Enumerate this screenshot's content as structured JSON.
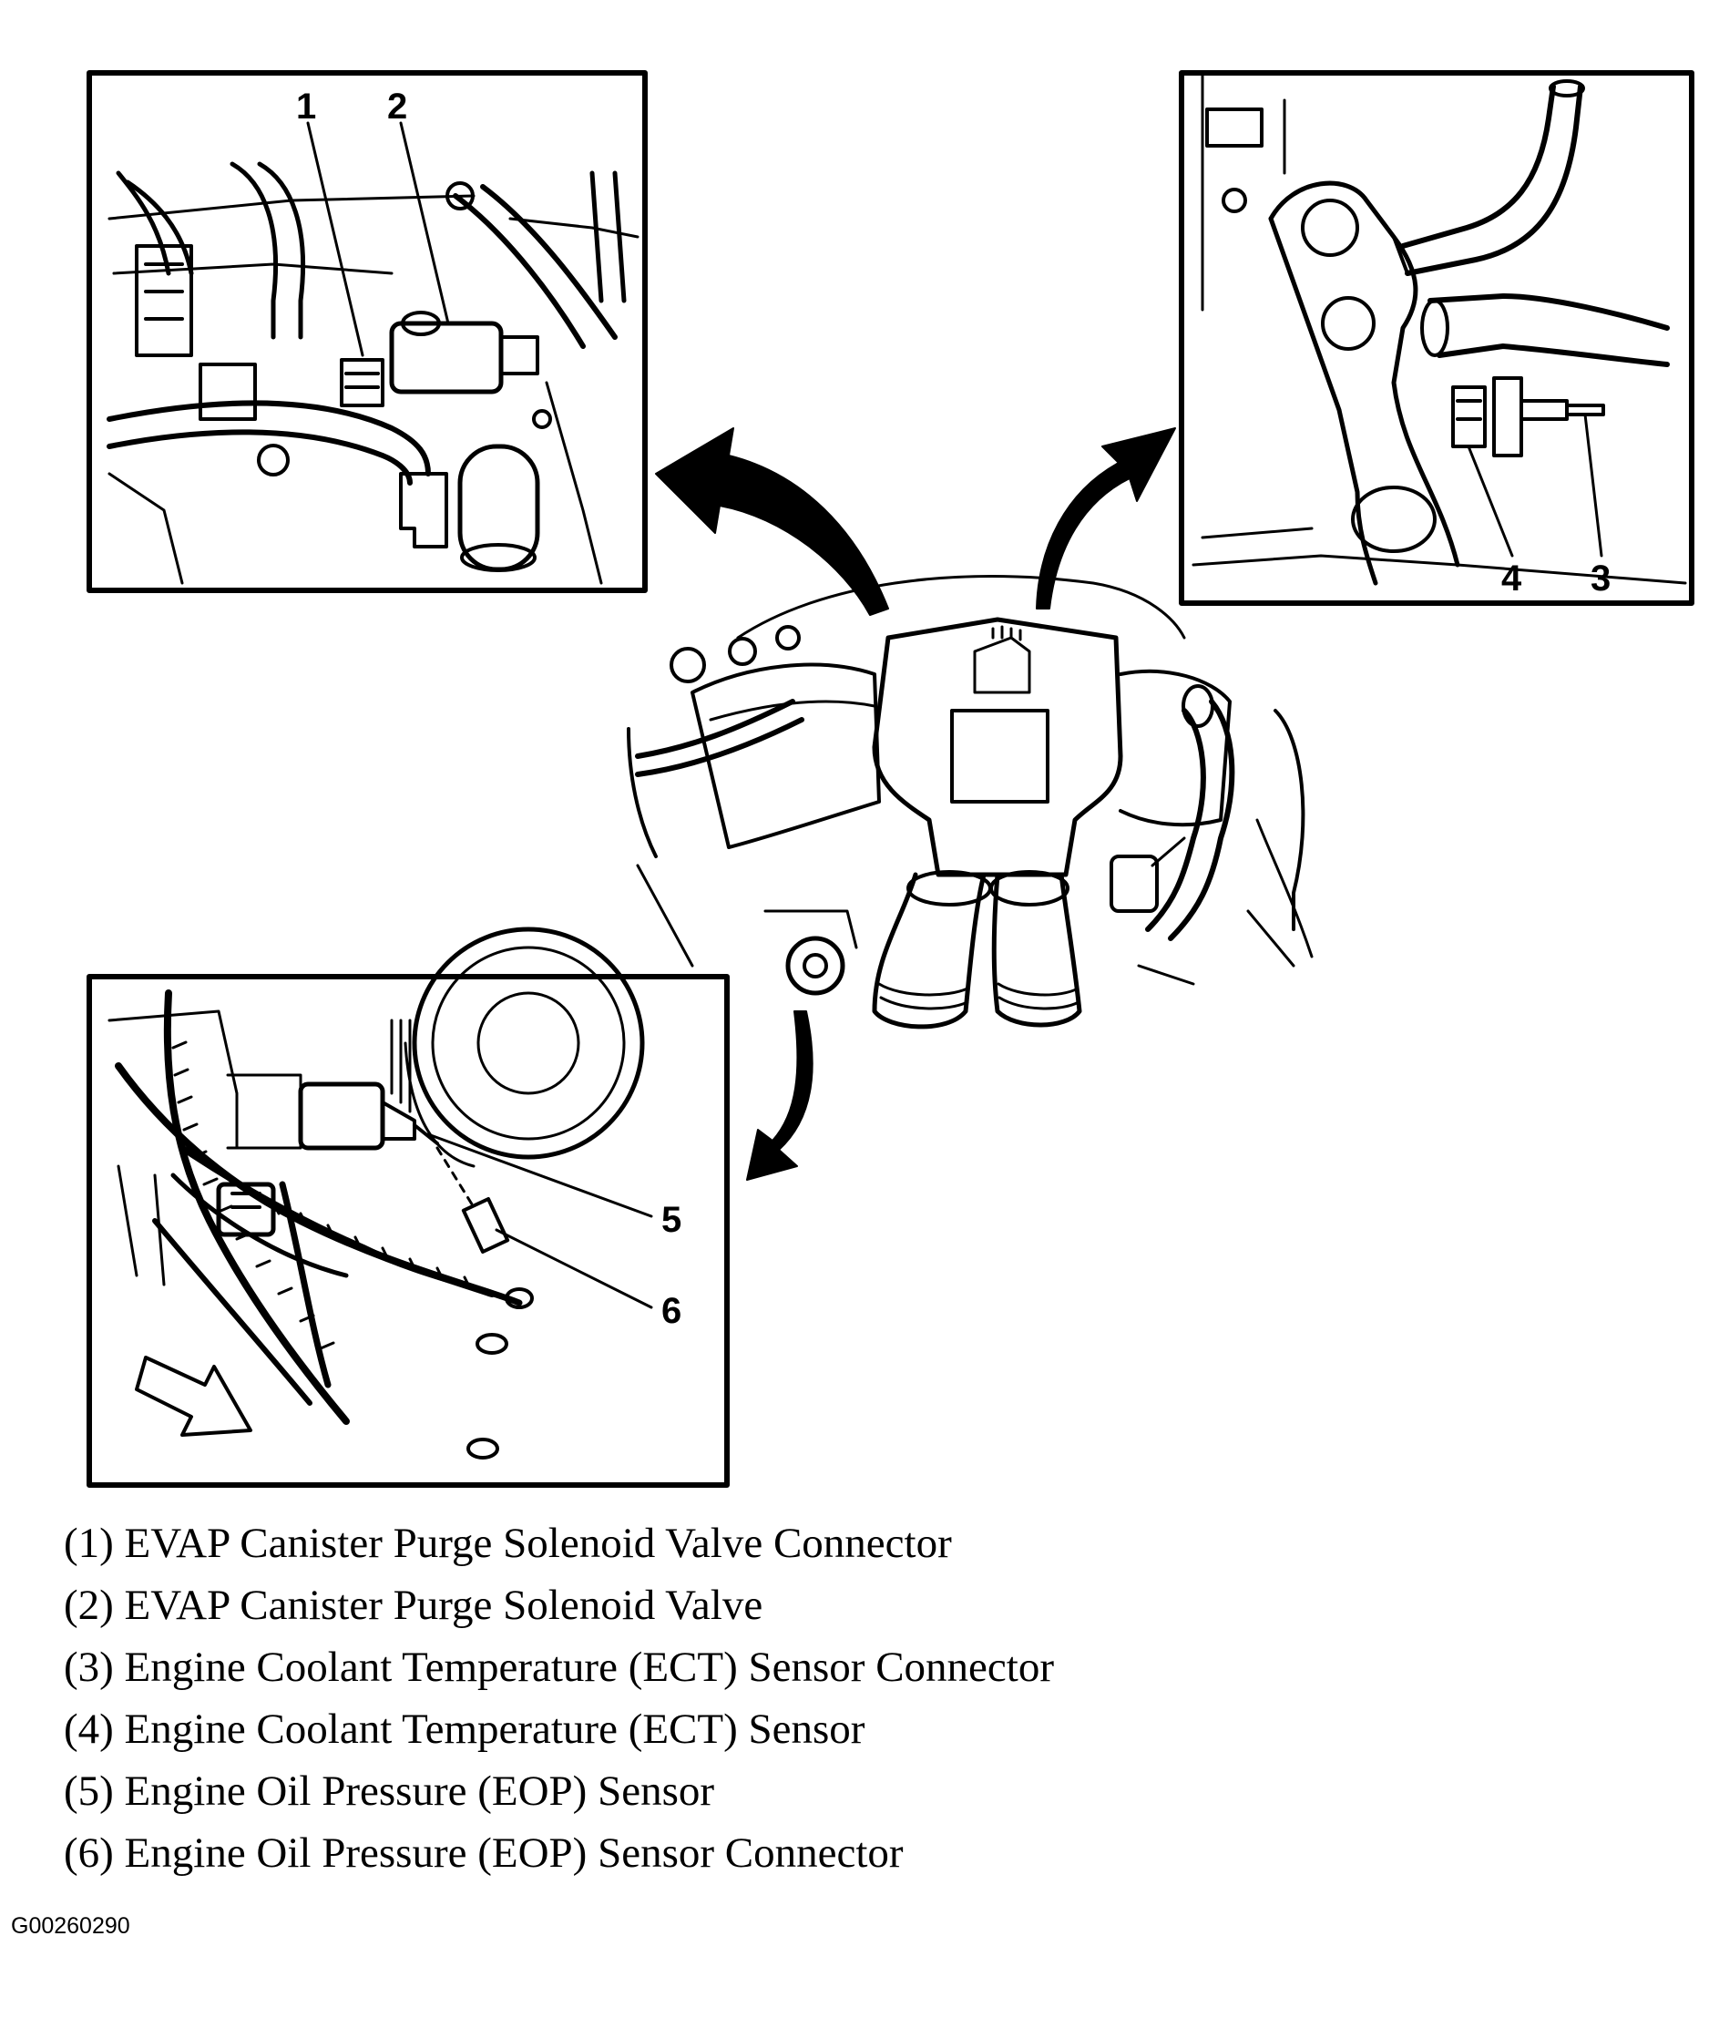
{
  "callouts": {
    "c1": "1",
    "c2": "2",
    "c3": "3",
    "c4": "4",
    "c5": "5",
    "c6": "6"
  },
  "legend": [
    "(1) EVAP Canister Purge Solenoid Valve Connector",
    "(2) EVAP Canister Purge Solenoid Valve",
    "(3) Engine Coolant Temperature (ECT) Sensor Connector",
    "(4) Engine Coolant Temperature (ECT) Sensor",
    "(5) Engine Oil Pressure (EOP) Sensor",
    "(6) Engine Oil Pressure (EOP) Sensor Connector"
  ],
  "figure_id": "G00260290",
  "colors": {
    "ink": "#000000",
    "paper": "#ffffff"
  }
}
